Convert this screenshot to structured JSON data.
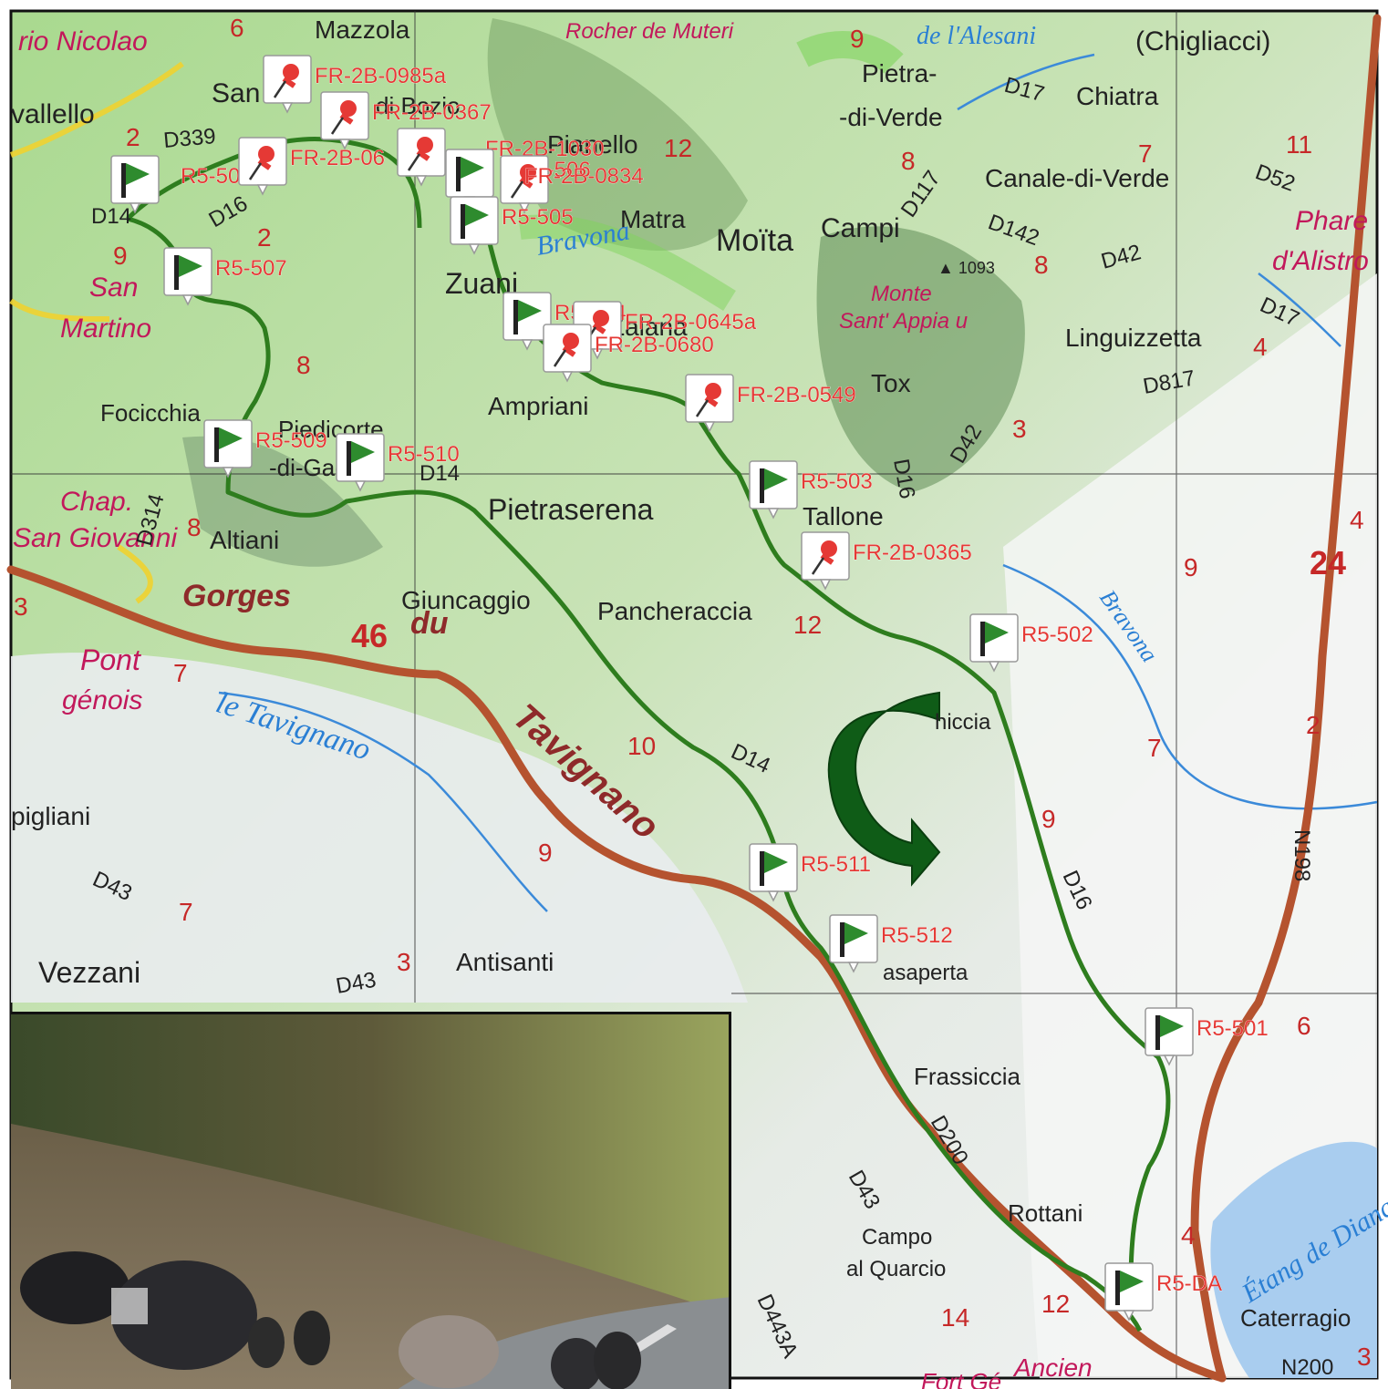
{
  "places": [
    {
      "id": "vallecalle",
      "text": "vallello"
    },
    {
      "id": "nicolao",
      "text": "rio Nicolao"
    },
    {
      "id": "mazzola",
      "text": "Mazzola"
    },
    {
      "id": "rocher",
      "text": "Rocher de Muteri"
    },
    {
      "id": "alesani",
      "text": "de l'Alesani"
    },
    {
      "id": "chigliacci",
      "text": "(Chigliacci)"
    },
    {
      "id": "pietra1",
      "text": "Pietra-"
    },
    {
      "id": "pietra2",
      "text": "-di-Verde"
    },
    {
      "id": "chiatra",
      "text": "Chiatra"
    },
    {
      "id": "san",
      "text": "San"
    },
    {
      "id": "bozio",
      "text": "di Bozio"
    },
    {
      "id": "pianello",
      "text": "Pianello"
    },
    {
      "id": "matra",
      "text": "Matra"
    },
    {
      "id": "moita",
      "text": "Moïta"
    },
    {
      "id": "campi",
      "text": "Campi"
    },
    {
      "id": "canale",
      "text": "Canale-di-Verde"
    },
    {
      "id": "phare1",
      "text": "Phare"
    },
    {
      "id": "phare2",
      "text": "d'Alistro"
    },
    {
      "id": "zuani",
      "text": "Zuani"
    },
    {
      "id": "bravona1",
      "text": "Bravona"
    },
    {
      "id": "sanmart1",
      "text": "San"
    },
    {
      "id": "sanmart2",
      "text": "Martino"
    },
    {
      "id": "zalana",
      "text": "Zalana"
    },
    {
      "id": "monte1",
      "text": "Monte"
    },
    {
      "id": "monte2",
      "text": "Sant' Appia u"
    },
    {
      "id": "alt1093",
      "text": "▲ 1093"
    },
    {
      "id": "linguizzetta",
      "text": "Linguizzetta"
    },
    {
      "id": "ampriani",
      "text": "Ampriani"
    },
    {
      "id": "tox",
      "text": "Tox"
    },
    {
      "id": "focicchia",
      "text": "Focicchia"
    },
    {
      "id": "piedi1",
      "text": "Piedicorte"
    },
    {
      "id": "piedi2",
      "text": "-di-Gaggio"
    },
    {
      "id": "chap1",
      "text": "Chap."
    },
    {
      "id": "chap2",
      "text": "San Giovanni"
    },
    {
      "id": "altiani",
      "text": "Altiani"
    },
    {
      "id": "pietraserena",
      "text": "Pietraserena"
    },
    {
      "id": "tallone",
      "text": "Tallone"
    },
    {
      "id": "gorges",
      "text": "Gorges"
    },
    {
      "id": "du",
      "text": "du"
    },
    {
      "id": "giuncaggio",
      "text": "Giuncaggio"
    },
    {
      "id": "pancheraccia",
      "text": "Pancheraccia"
    },
    {
      "id": "pont1",
      "text": "Pont"
    },
    {
      "id": "pont2",
      "text": "génois"
    },
    {
      "id": "tav1",
      "text": "le Tavignano"
    },
    {
      "id": "tav2",
      "text": "Tavignano"
    },
    {
      "id": "bravona2",
      "text": "Bravona"
    },
    {
      "id": "aghione",
      "text": "hiccia"
    },
    {
      "id": "pigliani",
      "text": "pigliani"
    },
    {
      "id": "vezzani",
      "text": "Vezzani"
    },
    {
      "id": "antisanti",
      "text": "Antisanti"
    },
    {
      "id": "casaperta",
      "text": "asaperta"
    },
    {
      "id": "frassiccia",
      "text": "Frassiccia"
    },
    {
      "id": "rottani",
      "text": "Rottani"
    },
    {
      "id": "campo1",
      "text": "Campo"
    },
    {
      "id": "campo2",
      "text": "al Quarcio"
    },
    {
      "id": "etang",
      "text": "Étang de Diana"
    },
    {
      "id": "caterragio",
      "text": "Caterragio"
    },
    {
      "id": "ancien",
      "text": "Ancien"
    },
    {
      "id": "fort",
      "text": "Fort Gé"
    }
  ],
  "roads": [
    "D339",
    "D16",
    "D17",
    "D117",
    "D142",
    "D52",
    "D42",
    "D17",
    "D817",
    "D16",
    "D42",
    "D14",
    "D314",
    "D14",
    "D43",
    "D43",
    "D43",
    "D443A",
    "N198",
    "N200",
    "D16",
    "D200",
    "D14"
  ],
  "km_labels": [
    "6",
    "2",
    "9",
    "2",
    "8",
    "12",
    "9",
    "8",
    "7",
    "11",
    "8",
    "4",
    "3",
    "4",
    "9",
    "12",
    "10",
    "7",
    "2",
    "7",
    "9",
    "9",
    "7",
    "3",
    "46",
    "24",
    "6",
    "4",
    "12",
    "14",
    "3",
    "8",
    "3"
  ],
  "waypoints": [
    {
      "id": "r5-508",
      "label": "R5-508",
      "type": "flag"
    },
    {
      "id": "fr-0985a",
      "label": "FR-2B-0985a",
      "type": "pin"
    },
    {
      "id": "fr-1",
      "label": "FR-2B-0367",
      "type": "pin"
    },
    {
      "id": "fr-2",
      "label": "FR-2B-06",
      "type": "pin"
    },
    {
      "id": "fr-1030",
      "label": "FR-2B-1030",
      "type": "pin"
    },
    {
      "id": "r5-506",
      "label": "R5-506",
      "type": "flag"
    },
    {
      "id": "fr-0834",
      "label": "FR-2B-0834",
      "type": "pin"
    },
    {
      "id": "r5-505",
      "label": "R5-505",
      "type": "flag"
    },
    {
      "id": "r5-507",
      "label": "R5-507",
      "type": "flag"
    },
    {
      "id": "r5-504",
      "label": "R5-504",
      "type": "flag"
    },
    {
      "id": "fr-0645a",
      "label": "FR-2B-0645a",
      "type": "pin"
    },
    {
      "id": "fr-0680",
      "label": "FR-2B-0680",
      "type": "pin"
    },
    {
      "id": "fr-0549",
      "label": "FR-2B-0549",
      "type": "pin"
    },
    {
      "id": "r5-509",
      "label": "R5-509",
      "type": "flag"
    },
    {
      "id": "r5-510",
      "label": "R5-510",
      "type": "flag"
    },
    {
      "id": "r5-503",
      "label": "R5-503",
      "type": "flag"
    },
    {
      "id": "fr-0365",
      "label": "FR-2B-0365",
      "type": "pin"
    },
    {
      "id": "r5-502",
      "label": "R5-502",
      "type": "flag"
    },
    {
      "id": "r5-511",
      "label": "R5-511",
      "type": "flag"
    },
    {
      "id": "r5-512",
      "label": "R5-512",
      "type": "flag"
    },
    {
      "id": "r5-501",
      "label": "R5-501",
      "type": "flag"
    },
    {
      "id": "r5-da",
      "label": "R5-DA",
      "type": "flag"
    }
  ],
  "colors": {
    "route": "#2e7d1e",
    "main_road": "#b5532f",
    "river": "#3b8ad9",
    "forest": "#8fcf6e",
    "arrow": "#0f5c17",
    "pin": "#e53935"
  }
}
